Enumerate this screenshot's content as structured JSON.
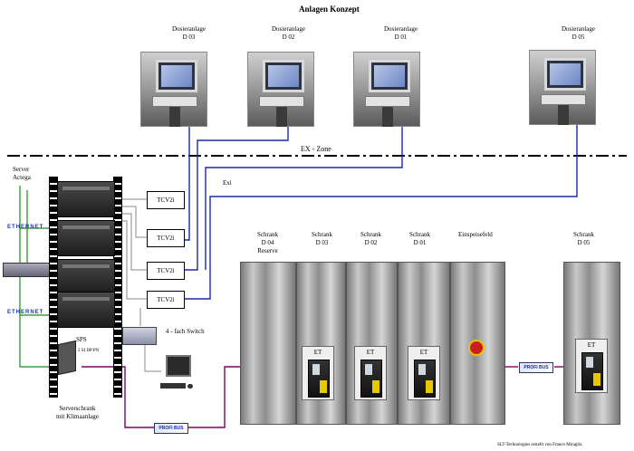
{
  "title": "Anlagen Konzept",
  "terminals": [
    {
      "line1": "Dosieranlage",
      "line2": "D 03"
    },
    {
      "line1": "Dosieranlage",
      "line2": "D 02"
    },
    {
      "line1": "Dosieranlage",
      "line2": "D 01"
    },
    {
      "line1": "Dosieranlage",
      "line2": "D 05"
    }
  ],
  "ex_zone": "EX - Zone",
  "exi": "Exi",
  "server_label": [
    "Server",
    "Actega"
  ],
  "ethernet": "ETHERNET",
  "tcv": [
    "TCV2i",
    "TCV2i",
    "TCV2i",
    "TCV2i"
  ],
  "sps": "SPS",
  "sps_sub": "2 SI DP PN",
  "switch": "4 - fach Switch",
  "rack_label": [
    "Serverschrank",
    "mit Klimaanlage"
  ],
  "cabinets": [
    {
      "lines": [
        "Schrank",
        "D 04",
        "Reserve"
      ]
    },
    {
      "lines": [
        "Schrank",
        "D 03"
      ]
    },
    {
      "lines": [
        "Schrank",
        "D 02"
      ]
    },
    {
      "lines": [
        "Schrank",
        "D 01"
      ]
    },
    {
      "lines": [
        "Einspeisefeld"
      ]
    },
    {
      "lines": [
        "Schrank",
        "D 05"
      ]
    }
  ],
  "et": "ET",
  "profibus": "PROFI BUS",
  "credit": "SLT-Technologies erstellt von Franco Miraglia",
  "colors": {
    "network_blue": "#1a2aa0",
    "profibus_purple": "#800060",
    "ground_green": "#1a8a1a",
    "gray_line": "#888888"
  }
}
